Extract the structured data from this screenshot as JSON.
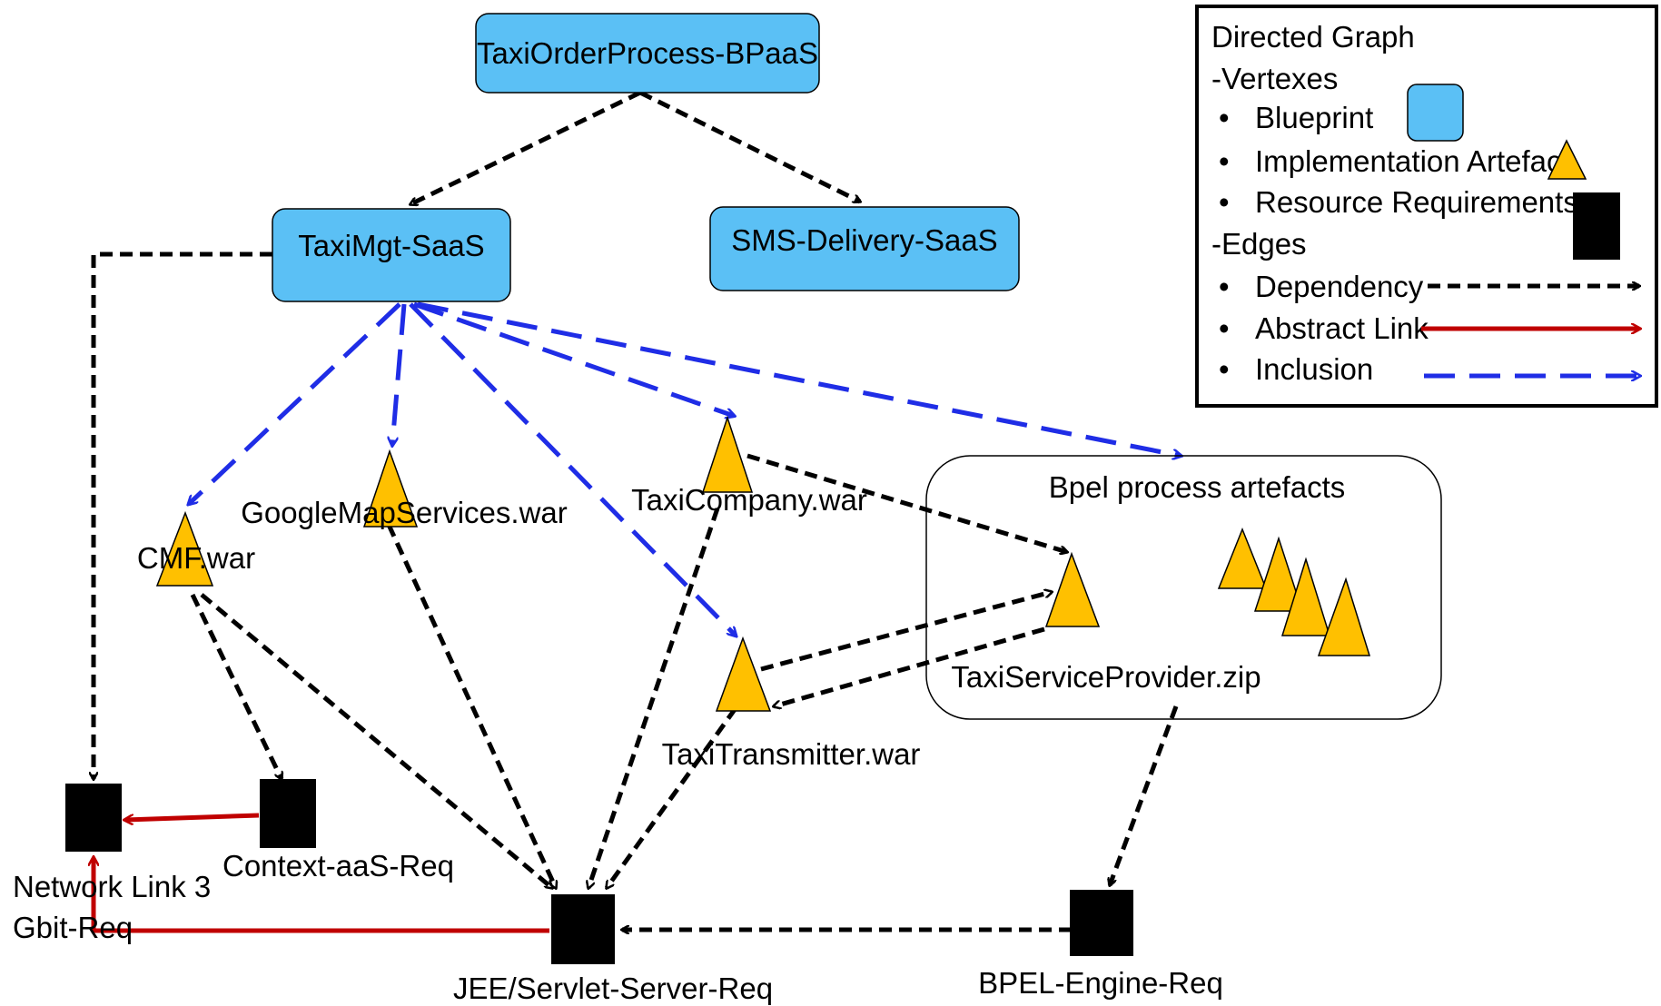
{
  "colors": {
    "blueprint_fill": "#5bc0f5",
    "artefact_fill": "#ffc000",
    "requirement_fill": "#000000",
    "dependency": "#000000",
    "abstract_link": "#c00000",
    "inclusion": "#1f2de6"
  },
  "blueprints": {
    "taxi_order": "TaxiOrderProcess-BPaaS",
    "taxi_mgt": "TaxiMgt-SaaS",
    "sms": "SMS-Delivery-SaaS"
  },
  "artefacts": {
    "cmf": "CMF.war",
    "google": "GoogleMapServices.war",
    "taxi_company": "TaxiCompany.war",
    "taxi_transmitter": "TaxiTransmitter.war",
    "taxi_service_provider": "TaxiServiceProvider.zip"
  },
  "group": {
    "title": "Bpel process artefacts"
  },
  "requirements": {
    "network_line1": "Network Link 3",
    "network_line2": "Gbit-Req",
    "context": "Context-aaS-Req",
    "jee": "JEE/Servlet-Server-Req",
    "bpel": "BPEL-Engine-Req"
  },
  "legend": {
    "title": "Directed Graph",
    "vertexes": "-Vertexes",
    "blueprint": "Blueprint",
    "artefact": "Implementation Artefact",
    "requirements": "Resource Requirements",
    "edges": "-Edges",
    "dependency": "Dependency",
    "abstract_link": "Abstract Link",
    "inclusion": "Inclusion",
    "bullet": "•"
  }
}
